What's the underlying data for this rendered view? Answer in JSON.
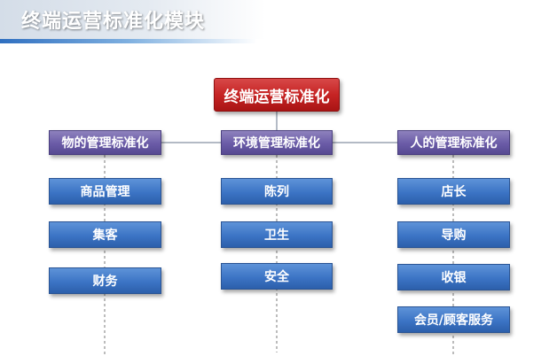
{
  "title": "终端运营标准化模块",
  "root": "终端运营标准化",
  "categories": [
    {
      "label": "物的管理标准化",
      "items": [
        "商品管理",
        "集客",
        "财务"
      ]
    },
    {
      "label": "环境管理标准化",
      "items": [
        "陈列",
        "卫生",
        "安全"
      ]
    },
    {
      "label": "人的管理标准化",
      "items": [
        "店长",
        "导购",
        "收银",
        "会员/顾客服务"
      ]
    }
  ],
  "colors": {
    "root": "#c62424",
    "category": "#6a5ba7",
    "item": "#3c74c5",
    "accent": "#2f6fc0"
  }
}
